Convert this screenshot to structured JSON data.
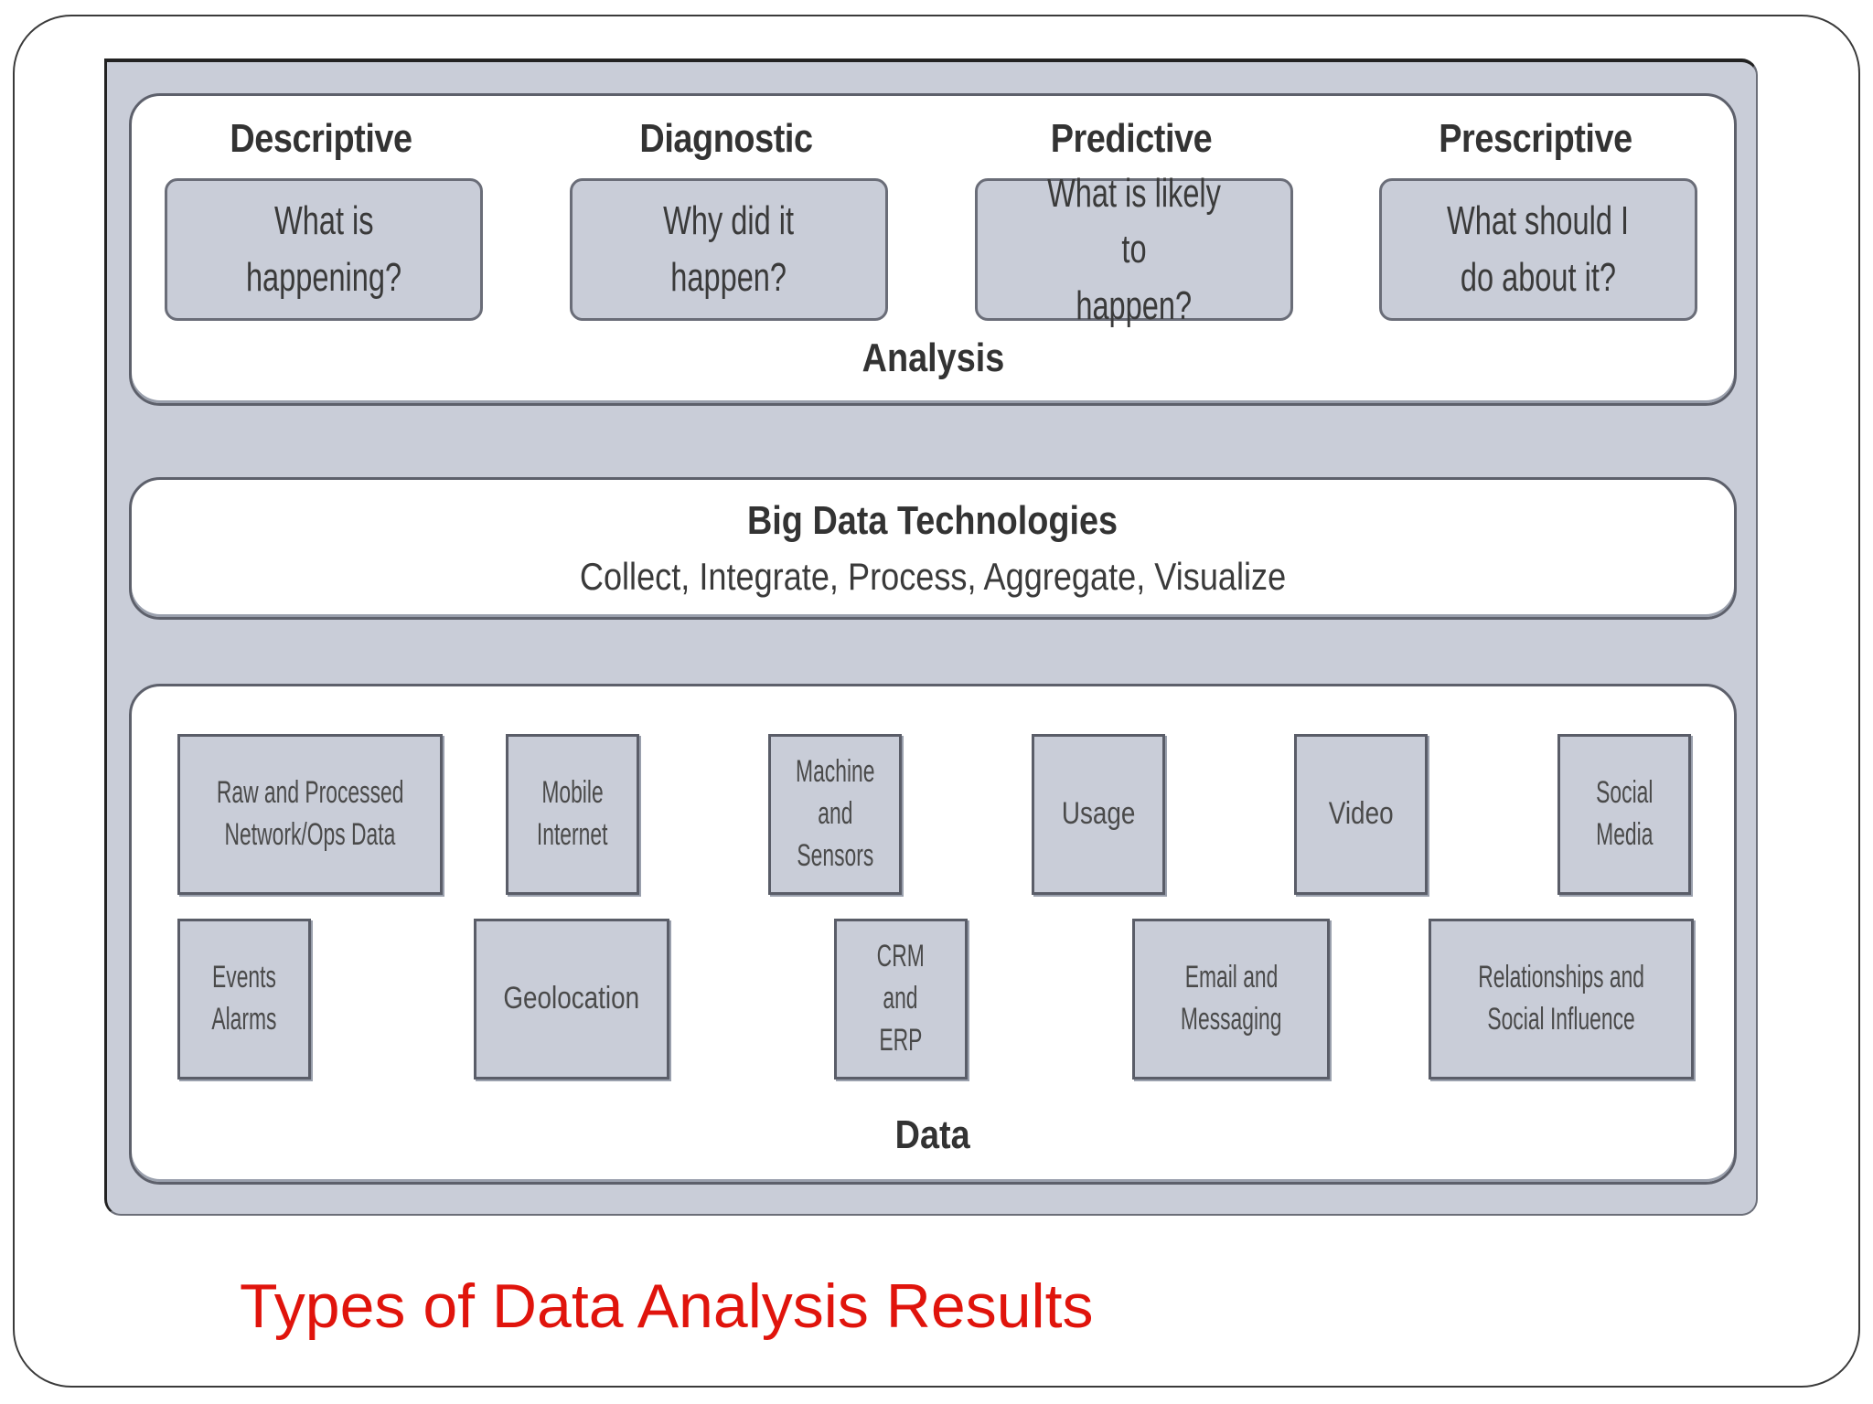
{
  "analysis": {
    "columns": [
      {
        "heading": "Descriptive",
        "question_line1": "What is",
        "question_line2": "happening?"
      },
      {
        "heading": "Diagnostic",
        "question_line1": "Why did it",
        "question_line2": "happen?"
      },
      {
        "heading": "Predictive",
        "question_line1": "What is likely to",
        "question_line2": "happen?"
      },
      {
        "heading": "Prescriptive",
        "question_line1": "What should I",
        "question_line2": "do about it?"
      }
    ],
    "label": "Analysis"
  },
  "technologies": {
    "title": "Big Data Technologies",
    "subtitle": "Collect, Integrate, Process, Aggregate, Visualize"
  },
  "data": {
    "label": "Data",
    "row1": [
      {
        "line1": "Raw and Processed",
        "line2": "Network/Ops Data",
        "line3": ""
      },
      {
        "line1": "Mobile",
        "line2": "Internet",
        "line3": ""
      },
      {
        "line1": "Machine",
        "line2": "and",
        "line3": "Sensors"
      },
      {
        "line1": "Usage",
        "line2": "",
        "line3": ""
      },
      {
        "line1": "Video",
        "line2": "",
        "line3": ""
      },
      {
        "line1": "Social",
        "line2": "Media",
        "line3": ""
      }
    ],
    "row2": [
      {
        "line1": "Events",
        "line2": "Alarms",
        "line3": ""
      },
      {
        "line1": "Geolocation",
        "line2": "",
        "line3": ""
      },
      {
        "line1": "CRM",
        "line2": "and",
        "line3": "ERP"
      },
      {
        "line1": "Email and",
        "line2": "Messaging",
        "line3": ""
      },
      {
        "line1": "Relationships and",
        "line2": "Social Influence",
        "line3": ""
      }
    ]
  },
  "caption": "Types of Data Analysis Results"
}
